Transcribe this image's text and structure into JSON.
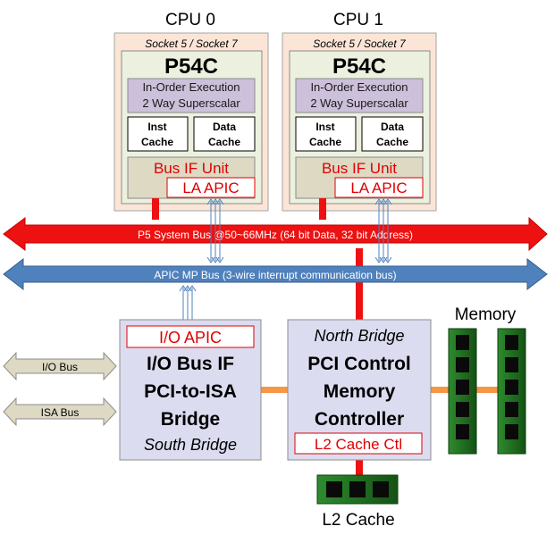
{
  "cpu0": {
    "title": "CPU 0",
    "socket": "Socket 5 / Socket 7",
    "chip": "P54C",
    "exec_line1": "In-Order Execution",
    "exec_line2": "2 Way Superscalar",
    "inst_cache_line1": "Inst",
    "inst_cache_line2": "Cache",
    "data_cache_line1": "Data",
    "data_cache_line2": "Cache",
    "bus_if": "Bus IF Unit",
    "apic": "LA APIC"
  },
  "cpu1": {
    "title": "CPU 1",
    "socket": "Socket 5 / Socket 7",
    "chip": "P54C",
    "exec_line1": "In-Order Execution",
    "exec_line2": "2 Way Superscalar",
    "inst_cache_line1": "Inst",
    "inst_cache_line2": "Cache",
    "data_cache_line1": "Data",
    "data_cache_line2": "Cache",
    "bus_if": "Bus IF Unit",
    "apic": "LA APIC"
  },
  "buses": {
    "system_bus": "P5 System Bus @50~66MHz (64 bit Data, 32 bit Address)",
    "apic_bus": "APIC MP Bus (3-wire interrupt communication bus)",
    "io_bus": "I/O Bus",
    "isa_bus": "ISA Bus"
  },
  "south_bridge": {
    "apic": "I/O APIC",
    "line1": "I/O Bus IF",
    "line2": "PCI-to-ISA",
    "line3": "Bridge",
    "name": "South Bridge"
  },
  "north_bridge": {
    "name": "North Bridge",
    "line1": "PCI Control",
    "line2": "Memory",
    "line3": "Controller",
    "l2_ctl": "L2 Cache Ctl"
  },
  "memory": {
    "label": "Memory"
  },
  "l2_cache": {
    "label": "L2 Cache"
  },
  "colors": {
    "red_bus": "#ee1111",
    "blue_bus": "#4f81bd",
    "cpu_outer_bg": "#fbe5d6",
    "cpu_inner_bg": "#ebf1de",
    "exec_bg": "#ccc0da",
    "bridge_bg": "#dcdcf0",
    "io_arrow_bg": "#ddd9c3",
    "orange_link": "#f79646",
    "memory_green": "#1f7a1f"
  }
}
